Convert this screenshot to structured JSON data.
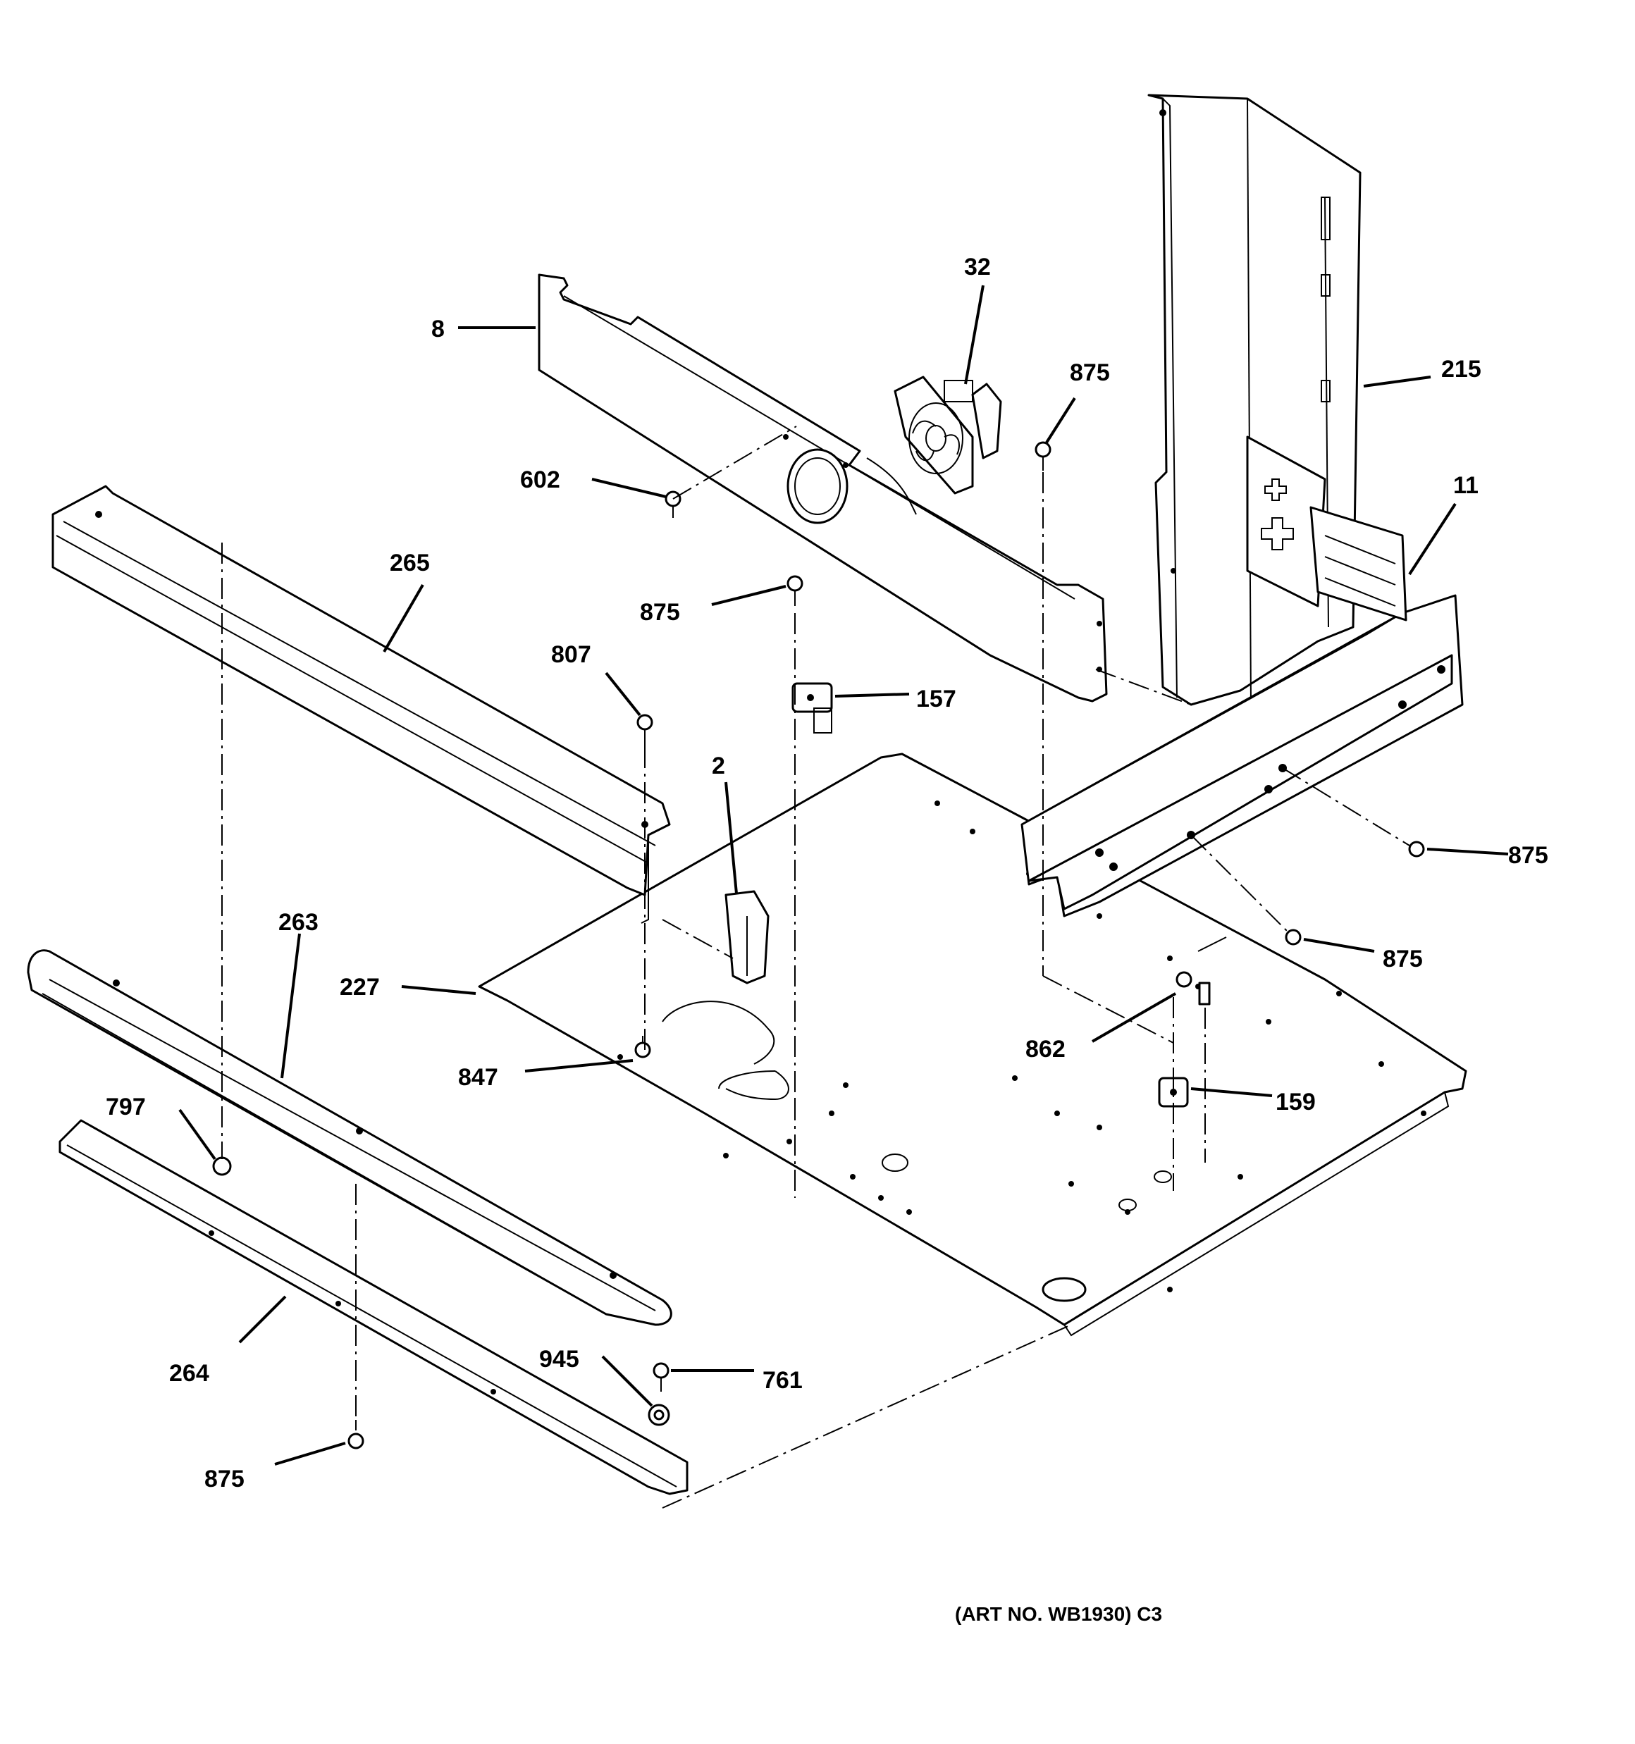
{
  "diagram": {
    "labels": {
      "p8": "8",
      "p32": "32",
      "p875_top": "875",
      "p215": "215",
      "p602": "602",
      "p11": "11",
      "p265": "265",
      "p875_mid": "875",
      "p807": "807",
      "p157": "157",
      "p2": "2",
      "p875_right_upper": "875",
      "p263": "263",
      "p875_right_lower": "875",
      "p227": "227",
      "p862": "862",
      "p847": "847",
      "p159": "159",
      "p797": "797",
      "p264": "264",
      "p945": "945",
      "p761": "761",
      "p875_bottom": "875"
    },
    "art_number": "(ART NO. WB1930) C3"
  }
}
